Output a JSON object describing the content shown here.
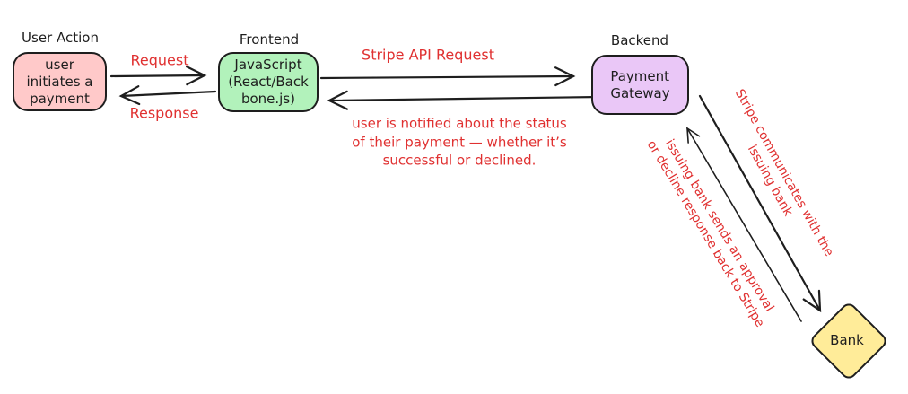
{
  "colors": {
    "background": "#ffffff",
    "stroke": "#1e1e1e",
    "red": "#e03131",
    "pink": "#ffc9c9",
    "green": "#b2f2bb",
    "purple": "#eac7f7",
    "yellow": "#ffec99"
  },
  "nodes": {
    "user_action": {
      "group_label": "User Action",
      "lines": [
        "user",
        "initiates a",
        "payment"
      ]
    },
    "frontend": {
      "group_label": "Frontend",
      "lines": [
        "JavaScript",
        "(React/Back",
        "bone.js)"
      ]
    },
    "backend": {
      "group_label": "Backend",
      "lines": [
        "Payment",
        "Gateway"
      ]
    },
    "bank": {
      "label": "Bank"
    }
  },
  "edges": {
    "request": {
      "label": "Request"
    },
    "response": {
      "label": "Response"
    },
    "stripe_api_request": {
      "label": "Stripe API Request"
    },
    "payment_status_note": {
      "lines": [
        "user is notified about the status",
        "of their payment — whether it’s",
        "successful or declined."
      ]
    },
    "gateway_to_bank": {
      "lines": [
        "Stripe communicates with the",
        "issuing bank"
      ]
    },
    "bank_to_gateway": {
      "lines": [
        "issuing bank sends an approval",
        "or decline response back to Stripe"
      ]
    }
  }
}
